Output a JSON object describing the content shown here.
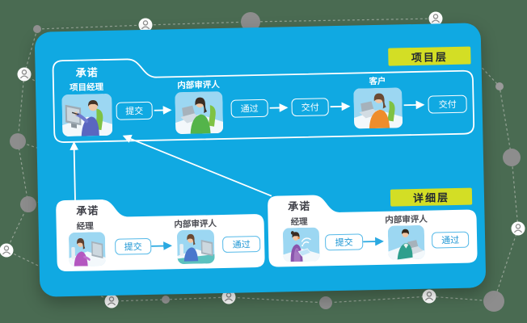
{
  "colors": {
    "background": "#4a6b52",
    "panel": "#10a9e2",
    "badge_bg": "#d3de25",
    "badge_text": "#222833",
    "accent_blue": "#2aa9e1",
    "line_white": "#ffffff",
    "illustration_sky": "#9cd7f2"
  },
  "project_layer": {
    "badge": "项目层",
    "group_tab": "承诺",
    "roles": [
      {
        "label": "项目经理"
      },
      {
        "label": "内部审评人"
      },
      {
        "label": "客户"
      }
    ],
    "actions": [
      {
        "label": "提交"
      },
      {
        "label": "通过"
      },
      {
        "label": "交付"
      },
      {
        "label": "交付"
      }
    ]
  },
  "detail_layer": {
    "badge": "详细层",
    "flows": [
      {
        "tab": "承诺",
        "roles": [
          {
            "label": "经理"
          },
          {
            "label": "内部审评人"
          }
        ],
        "actions": [
          {
            "label": "提交"
          },
          {
            "label": "通过"
          }
        ]
      },
      {
        "tab": "承诺",
        "roles": [
          {
            "label": "经理"
          },
          {
            "label": "内部审评人"
          }
        ],
        "actions": [
          {
            "label": "提交"
          },
          {
            "label": "通过"
          }
        ]
      }
    ]
  }
}
